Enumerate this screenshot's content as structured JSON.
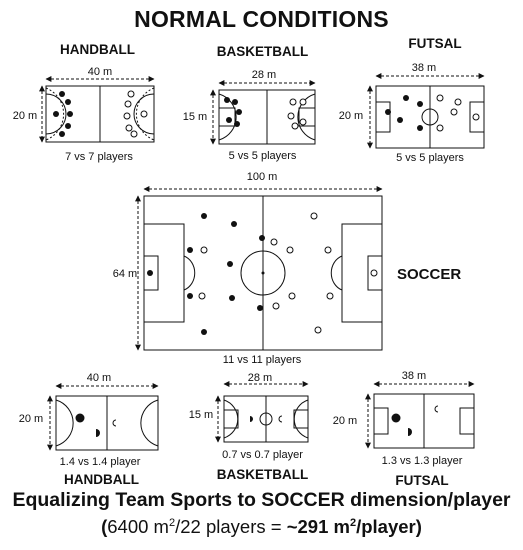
{
  "title": "NORMAL CONDITIONS",
  "top": {
    "handball": {
      "name": "HANDBALL",
      "length": "40 m",
      "width": "20 m",
      "players": "7 vs 7 players"
    },
    "basketball": {
      "name": "BASKETBALL",
      "length": "28 m",
      "width": "15 m",
      "players": "5 vs 5  players"
    },
    "futsal": {
      "name": "FUTSAL",
      "length": "38 m",
      "width": "20 m",
      "players": "5 vs 5 players"
    }
  },
  "soccer": {
    "name": "SOCCER",
    "length": "100 m",
    "width": "64 m",
    "players": "11 vs 11 players"
  },
  "bottom": {
    "handball": {
      "name": "HANDBALL",
      "length": "40 m",
      "width": "20 m",
      "players": "1.4 vs 1.4 player"
    },
    "basketball": {
      "name": "BASKETBALL",
      "length": "28 m",
      "width": "15 m",
      "players": "0.7 vs 0.7 player"
    },
    "futsal": {
      "name": "FUTSAL",
      "length": "38 m",
      "width": "20 m",
      "players": "1.3 vs 1.3 player"
    }
  },
  "footer": {
    "headline": "Equalizing Team Sports to SOCCER dimension/player",
    "open": "(",
    "area": "6400 m",
    "area_exp": "2",
    "players_text": "/22 players = ",
    "result": "~291 m",
    "result_exp": "2",
    "result_tail": "/player)"
  }
}
